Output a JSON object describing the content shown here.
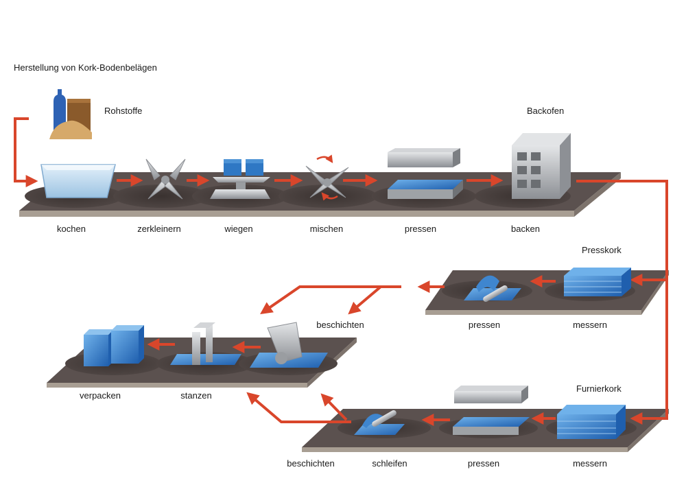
{
  "title": "Herstellung von Kork-Bodenbelägen",
  "labels": {
    "rohstoffe": "Rohstoffe",
    "backofen": "Backofen",
    "presskork": "Presskork",
    "furnierkork": "Furnierkork"
  },
  "steps_row1": [
    "kochen",
    "zerkleinern",
    "wiegen",
    "mischen",
    "pressen",
    "backen"
  ],
  "steps_row2": [
    "pressen",
    "messern"
  ],
  "steps_row3": [
    "beschichten",
    "verpacken",
    "stanzen"
  ],
  "steps_row4": [
    "beschichten",
    "schleifen",
    "pressen",
    "messern"
  ],
  "colors": {
    "arrow": "#d9462b",
    "platform_top": "#5b514f",
    "platform_front": "#a89e93",
    "tile_blue": "#2f78c4",
    "metal": "#b9bcc0"
  }
}
